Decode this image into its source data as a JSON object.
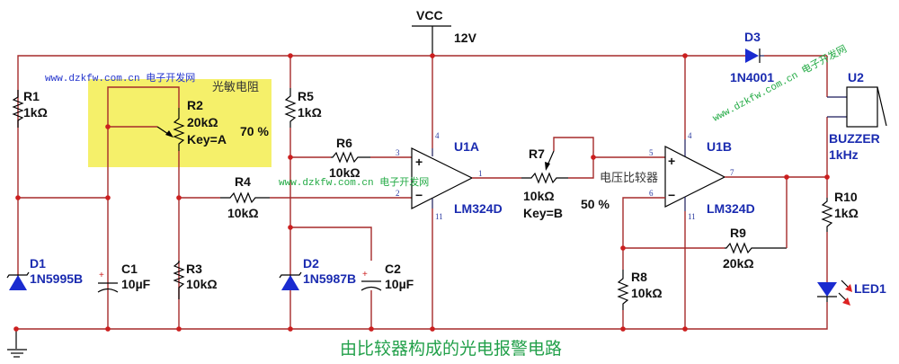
{
  "title": "由比较器构成的光电报警电路",
  "watermarks": {
    "top_left": "www.dzkfw.com.cn 电子开发网",
    "middle": "www.dzkfw.com.cn 电子开发网",
    "right_rotated": "www.dzkfw.com.cn 电子开发网"
  },
  "annotations": {
    "photoresistor": "光敏电阻",
    "comparator": "电压比较器"
  },
  "highlight_color": "#f5f06a",
  "wire_color": "#a52a2a",
  "component_label_color": "#1a2bb0",
  "power": {
    "name": "VCC",
    "voltage": "12V"
  },
  "components": {
    "R1": {
      "name": "R1",
      "value": "1kΩ"
    },
    "R2": {
      "name": "R2",
      "value": "20kΩ",
      "key": "Key=A",
      "setting": "70 %"
    },
    "R3": {
      "name": "R3",
      "value": "10kΩ"
    },
    "R4": {
      "name": "R4",
      "value": "10kΩ"
    },
    "R5": {
      "name": "R5",
      "value": "1kΩ"
    },
    "R6": {
      "name": "R6",
      "value": "10kΩ"
    },
    "R7": {
      "name": "R7",
      "value": "10kΩ",
      "key": "Key=B",
      "setting": "50 %"
    },
    "R8": {
      "name": "R8",
      "value": "10kΩ"
    },
    "R9": {
      "name": "R9",
      "value": "20kΩ"
    },
    "R10": {
      "name": "R10",
      "value": "1kΩ"
    },
    "C1": {
      "name": "C1",
      "value": "10µF"
    },
    "C2": {
      "name": "C2",
      "value": "10µF"
    },
    "D1": {
      "name": "D1",
      "part": "1N5995B"
    },
    "D2": {
      "name": "D2",
      "part": "1N5987B"
    },
    "D3": {
      "name": "D3",
      "part": "1N4001"
    },
    "U1A": {
      "name": "U1A",
      "part": "LM324D",
      "pins": {
        "plus": "3",
        "minus": "2",
        "out": "1",
        "vcc": "4",
        "gnd": "11"
      }
    },
    "U1B": {
      "name": "U1B",
      "part": "LM324D",
      "pins": {
        "plus": "5",
        "minus": "6",
        "out": "7",
        "vcc": "4",
        "gnd": "11"
      }
    },
    "U2": {
      "name": "U2",
      "part": "BUZZER",
      "freq": "1kHz"
    },
    "LED1": {
      "name": "LED1"
    }
  },
  "symbols": {
    "plus": "+",
    "minus": "−"
  }
}
